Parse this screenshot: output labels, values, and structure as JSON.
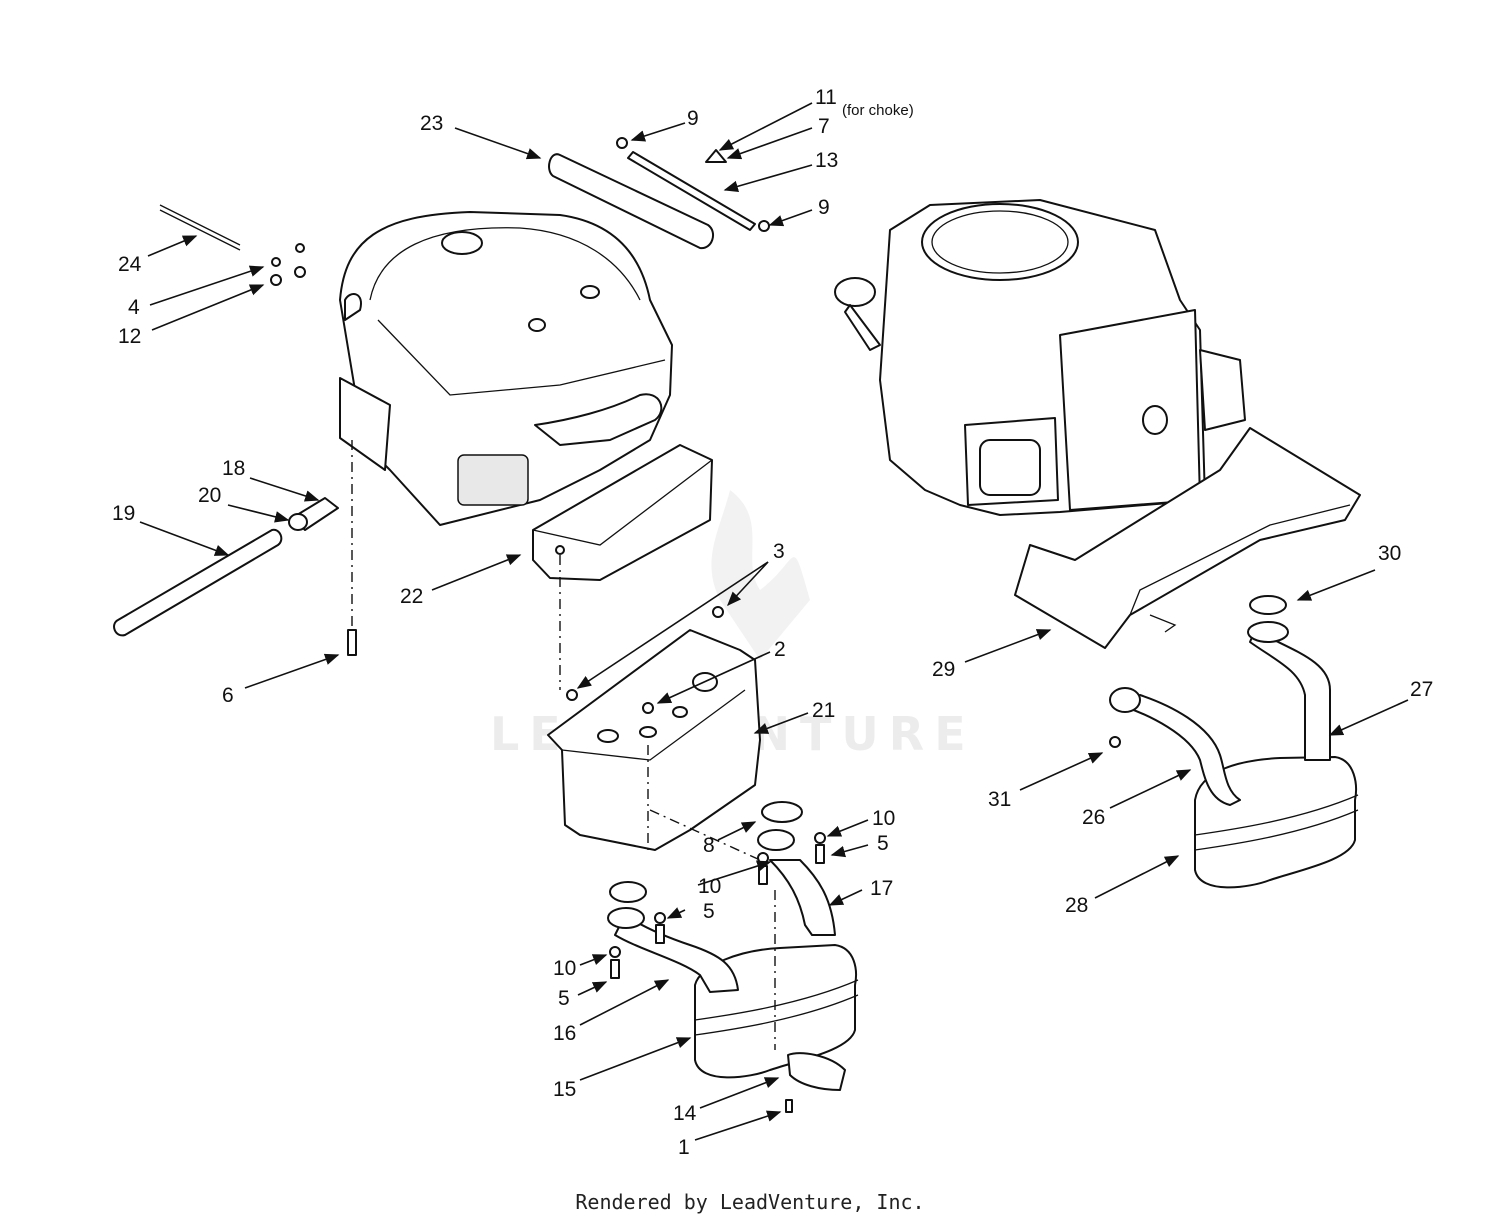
{
  "callouts": {
    "c1": "1",
    "c2": "2",
    "c3": "3",
    "c4": "4",
    "c5a": "5",
    "c5b": "5",
    "c5c": "5",
    "c6": "6",
    "c7": "7",
    "c8": "8",
    "c9a": "9",
    "c9b": "9",
    "c10a": "10",
    "c10b": "10",
    "c10c": "10",
    "c11": "11",
    "c12": "12",
    "c13": "13",
    "c14": "14",
    "c15": "15",
    "c16": "16",
    "c17": "17",
    "c18": "18",
    "c19": "19",
    "c20": "20",
    "c21": "21",
    "c22": "22",
    "c23": "23",
    "c24": "24",
    "c26": "26",
    "c27": "27",
    "c28": "28",
    "c29": "29",
    "c30": "30",
    "c31": "31"
  },
  "notes": {
    "choke": "(for choke)"
  },
  "watermark": "LEADVENTURE",
  "footer": "Rendered by LeadVenture, Inc."
}
